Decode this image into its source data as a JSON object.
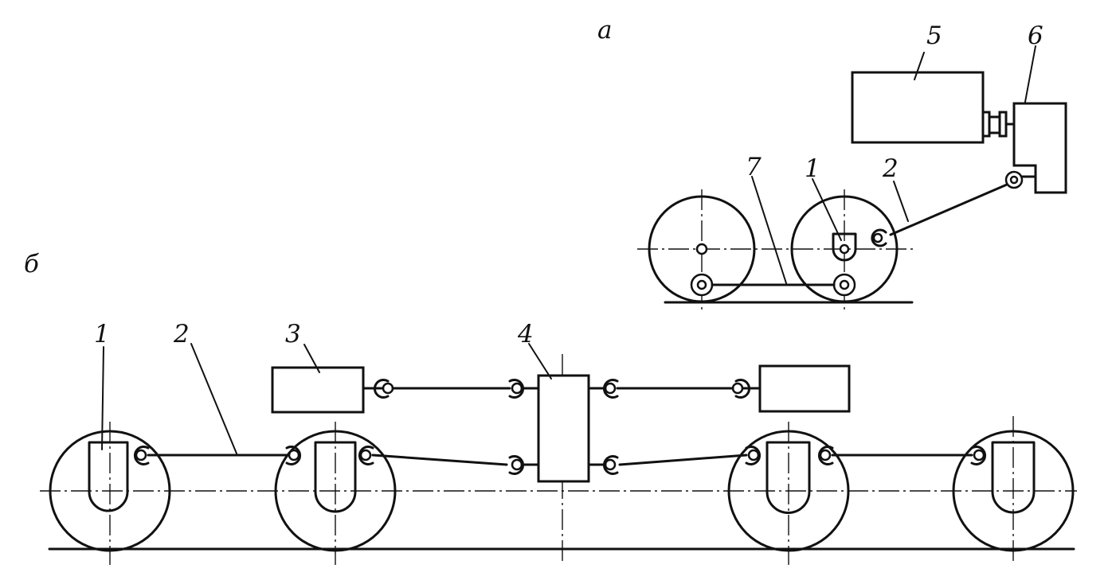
{
  "panels": {
    "a": {
      "label": "а"
    },
    "b": {
      "label": "б"
    }
  },
  "callouts": {
    "a": [
      {
        "id": "a-5",
        "text": "5"
      },
      {
        "id": "a-6",
        "text": "6"
      },
      {
        "id": "a-7",
        "text": "7"
      },
      {
        "id": "a-1",
        "text": "1"
      },
      {
        "id": "a-2",
        "text": "2"
      }
    ],
    "b": [
      {
        "id": "b-1",
        "text": "1"
      },
      {
        "id": "b-2",
        "text": "2"
      },
      {
        "id": "b-3",
        "text": "3"
      },
      {
        "id": "b-4",
        "text": "4"
      }
    ]
  },
  "colors": {
    "ink": "#111111",
    "paper": "#ffffff"
  }
}
